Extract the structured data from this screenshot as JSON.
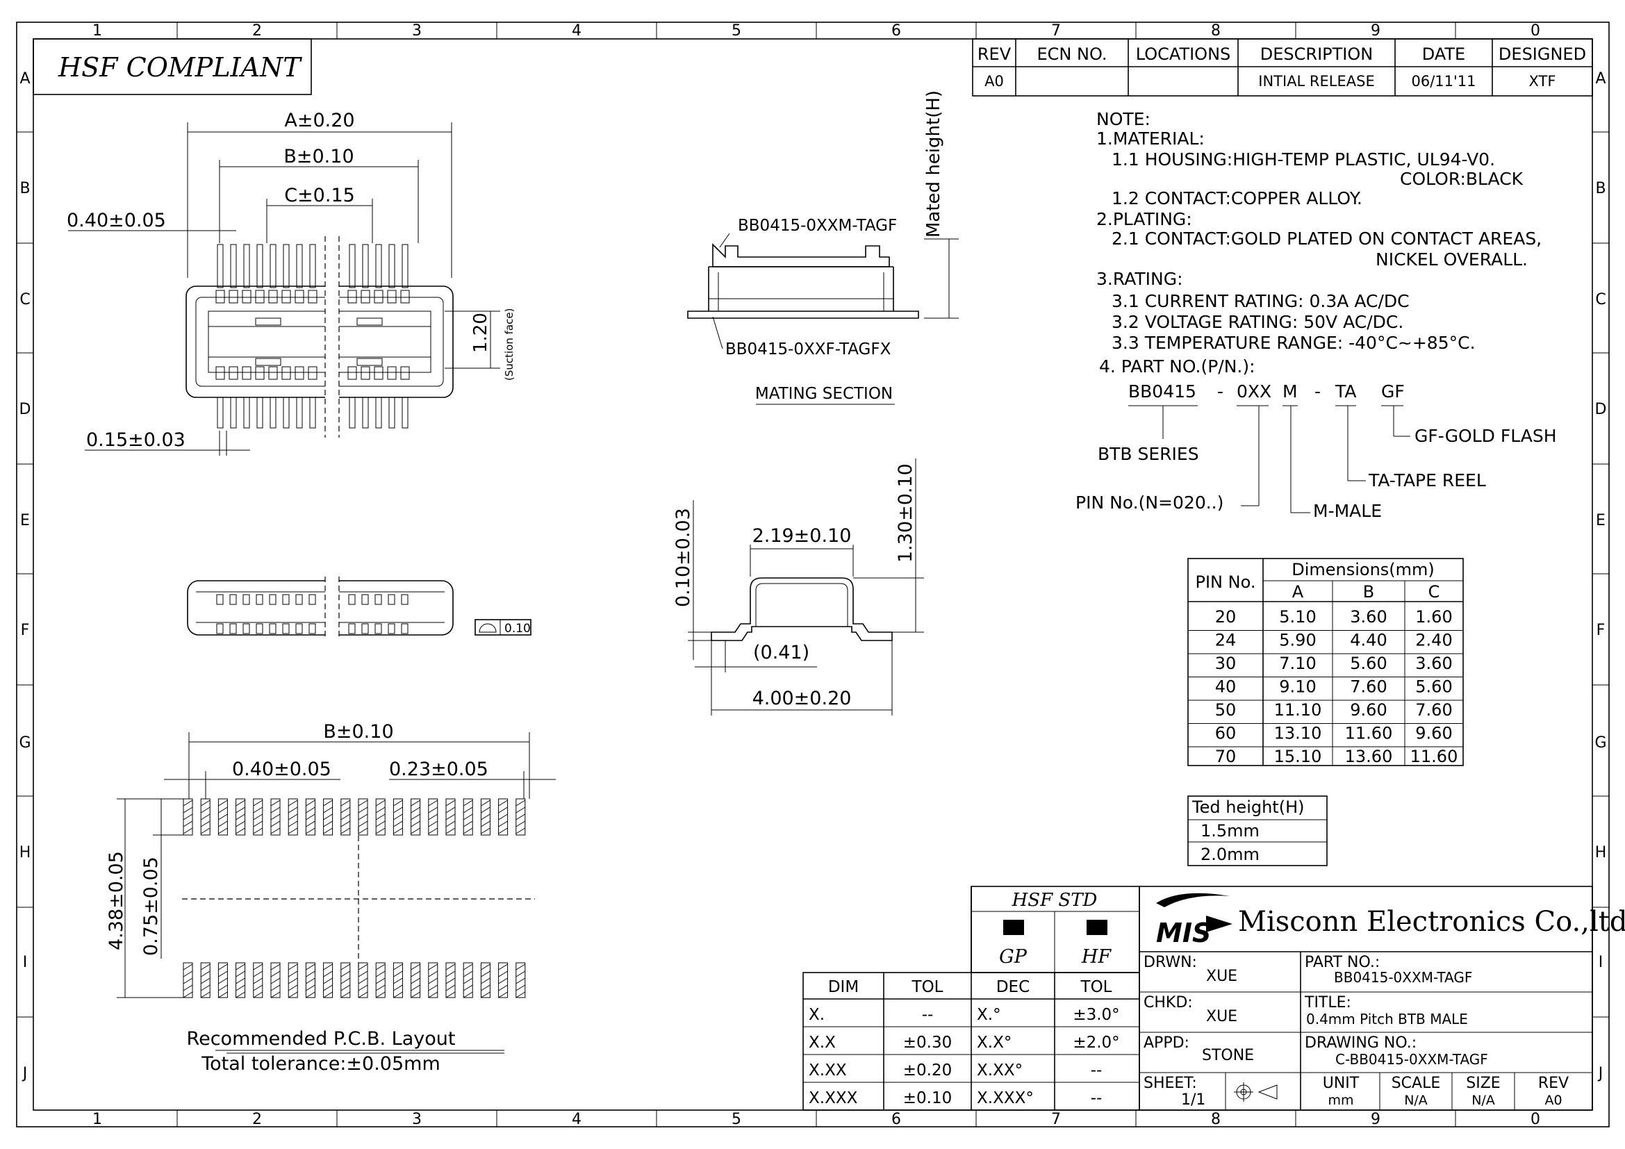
{
  "border": {
    "columns": [
      "1",
      "2",
      "3",
      "4",
      "5",
      "6",
      "7",
      "8",
      "9",
      "0"
    ],
    "rows": [
      "A",
      "B",
      "C",
      "D",
      "E",
      "F",
      "G",
      "H",
      "I",
      "J"
    ]
  },
  "header": {
    "compliance": "HSF COMPLIANT"
  },
  "revision_table": {
    "headers": [
      "REV",
      "ECN NO.",
      "LOCATIONS",
      "DESCRIPTION",
      "DATE",
      "DESIGNED"
    ],
    "row": [
      "A0",
      "",
      "",
      "INTIAL RELEASE",
      "06/11'11",
      "XTF"
    ]
  },
  "notes": [
    "NOTE:",
    "1.MATERIAL:",
    "1.1  HOUSING:HIGH-TEMP  PLASTIC,  UL94-V0.",
    "COLOR:BLACK",
    "1.2  CONTACT:COPPER  ALLOY.",
    "2.PLATING:",
    "2.1  CONTACT:GOLD  PLATED  ON  CONTACT  AREAS,",
    "NICKEL  OVERALL.",
    "3.RATING:",
    "3.1  CURRENT  RATING:  0.3A  AC/DC",
    "3.2  VOLTAGE  RATING:  50V  AC/DC.",
    "3.3  TEMPERATURE  RANGE:  -40°C~+85°C.",
    "4.  PART  NO.(P/N.):"
  ],
  "part_no": {
    "base": "BB0415",
    "sep1": "-",
    "pins": "0XX",
    "gender": "M",
    "sep2": "-",
    "pack": "TA",
    "finish": "GF",
    "base_desc": "BTB  SERIES",
    "pins_desc": "PIN  No.(N=020..)",
    "gender_desc": "M-MALE",
    "pack_desc": "TA-TAPE  REEL",
    "finish_desc": "GF-GOLD  FLASH"
  },
  "dimensions_table": {
    "pin_header": "PIN  No.",
    "group_header": "Dimensions(mm)",
    "cols": [
      "A",
      "B",
      "C"
    ],
    "rows": [
      [
        "20",
        "5.10",
        "3.60",
        "1.60"
      ],
      [
        "24",
        "5.90",
        "4.40",
        "2.40"
      ],
      [
        "30",
        "7.10",
        "5.60",
        "3.60"
      ],
      [
        "40",
        "9.10",
        "7.60",
        "5.60"
      ],
      [
        "50",
        "11.10",
        "9.60",
        "7.60"
      ],
      [
        "60",
        "13.10",
        "11.60",
        "9.60"
      ],
      [
        "70",
        "15.10",
        "13.60",
        "11.60"
      ]
    ]
  },
  "height_table": {
    "header": "Ted  height(H)",
    "rows": [
      "1.5mm",
      "2.0mm"
    ]
  },
  "top_view": {
    "dimA": "A±0.20",
    "dimB": "B±0.10",
    "dimC": "C±0.15",
    "pitch": "0.40±0.05",
    "lead": "0.15±0.03",
    "suction": "1.20",
    "suction_note": "(Suction face)"
  },
  "side_view": {
    "flatness": "0.10"
  },
  "mating": {
    "upper": "BB0415-0XXM-TAGF",
    "lower": "BB0415-0XXF-TAGFX",
    "height": "Mated  height(H)",
    "caption": "MATING  SECTION"
  },
  "cross_section": {
    "top": "2.19±0.10",
    "height": "1.30±0.10",
    "thick": "0.10±0.03",
    "inner": "(0.41)",
    "width": "4.00±0.20"
  },
  "pcb_layout": {
    "width": "B±0.10",
    "pitch": "0.40±0.05",
    "pad": "0.23±0.05",
    "span": "4.38±0.05",
    "pad_len": "0.75±0.05",
    "title": "Recommended  P.C.B.  Layout",
    "tolerance": "Total  tolerance:±0.05mm"
  },
  "hsf_std": {
    "title": "HSF  STD",
    "gp": "GP",
    "hf": "HF"
  },
  "tolerance_table": {
    "headers": [
      "DIM",
      "TOL",
      "DEC",
      "TOL"
    ],
    "rows": [
      [
        "X.",
        "--",
        "X.°",
        "±3.0°"
      ],
      [
        "X.X",
        "±0.30",
        "X.X°",
        "±2.0°"
      ],
      [
        "X.XX",
        "±0.20",
        "X.XX°",
        "--"
      ],
      [
        "X.XXX",
        "±0.10",
        "X.XXX°",
        "--"
      ]
    ]
  },
  "title_block": {
    "logo": "MIS",
    "company": "Misconn Electronics Co.,ltd.",
    "drwn_label": "DRWN:",
    "drwn": "XUE",
    "chkd_label": "CHKD:",
    "chkd": "XUE",
    "appd_label": "APPD:",
    "appd": "STONE",
    "sheet_label": "SHEET:",
    "sheet": "1/1",
    "part_label": "PART  NO.:",
    "part": "BB0415-0XXM-TAGF",
    "title_label": "TITLE:",
    "title": "0.4mm  Pitch  BTB  MALE",
    "drawing_label": "DRAWING  NO.:",
    "drawing": "C-BB0415-0XXM-TAGF",
    "unit_label": "UNIT",
    "unit": "mm",
    "scale_label": "SCALE",
    "scale": "N/A",
    "size_label": "SIZE",
    "size": "N/A",
    "rev_label": "REV",
    "rev": "A0"
  }
}
